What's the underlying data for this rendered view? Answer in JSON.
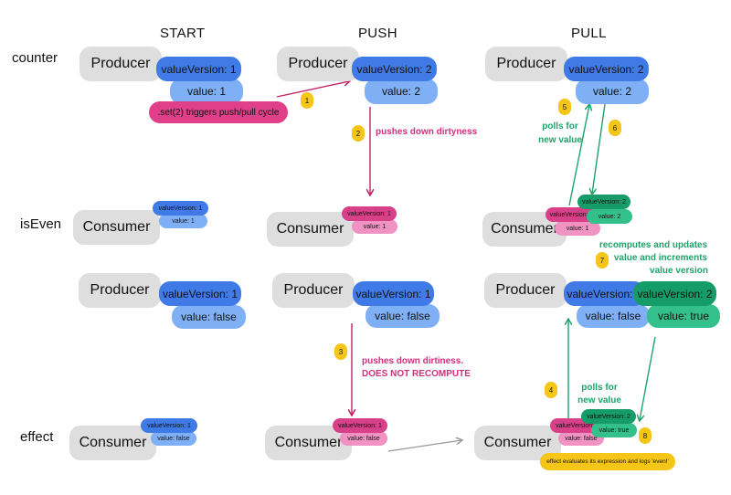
{
  "columns": {
    "start": "START",
    "push": "PUSH",
    "pull": "PULL"
  },
  "rows": {
    "counter": "counter",
    "is_even": "isEven",
    "effect": "effect"
  },
  "terms": {
    "producer": "Producer",
    "consumer": "Consumer"
  },
  "counter": {
    "start": {
      "version": "valueVersion: 1",
      "value": "value: 1"
    },
    "push": {
      "version": "valueVersion: 2",
      "value": "value: 2"
    },
    "pull": {
      "version": "valueVersion: 2",
      "value": "value: 2"
    }
  },
  "is_even_consumer": {
    "start": {
      "version": "valueVersion: 1",
      "value": "value: 1"
    },
    "push": {
      "version": "valueVersion: 1",
      "value": "value: 1"
    },
    "pull": {
      "old_version": "valueVersion: 1",
      "old_value": "value: 1",
      "new_version": "valueVersion: 2",
      "new_value": "value: 2"
    }
  },
  "is_even_producer": {
    "start": {
      "version": "valueVersion: 1",
      "value": "value: false"
    },
    "push": {
      "version": "valueVersion: 1",
      "value": "value: false"
    },
    "pull": {
      "old_version": "valueVersion: 1",
      "old_value": "value: false",
      "new_version": "valueVersion: 2",
      "new_value": "value: true"
    }
  },
  "effect_consumer": {
    "start": {
      "version": "valueVersion: 1",
      "value": "value: false"
    },
    "push": {
      "version": "valueVersion: 1",
      "value": "value: false"
    },
    "pull": {
      "old_version": "valueVersion: 1",
      "old_value": "value: false",
      "new_version": "valueVersion: 2",
      "new_value": "value: true"
    }
  },
  "annotations": {
    "trigger": ".set(2) triggers push/pull cycle",
    "step1": "1",
    "step2": "2",
    "step2_note": "pushes down dirtyness",
    "step3": "3",
    "step3_note_line1": "pushes down dirtiness.",
    "step3_note_line2": "DOES NOT RECOMPUTE",
    "step4": "4",
    "step4_note_line1": "polls for",
    "step4_note_line2": "new value",
    "step5": "5",
    "step5_note_line1": "polls for",
    "step5_note_line2": "new value",
    "step6": "6",
    "step7": "7",
    "step7_note_line1": "recomputes and updates",
    "step7_note_line2": "value and increments",
    "step7_note_line3": "value version",
    "step8": "8",
    "effect_logs": "effect evaluates its expression and logs 'even!'"
  },
  "colors": {
    "version_blue": "#3f7ae6",
    "value_blue": "#7fb0f5",
    "dirty_pink": "#d9408a",
    "dirty_light_pink": "#f093c3",
    "updated_green": "#169c68",
    "updated_light_green": "#33c08a",
    "step_badge_yellow": "#f5c518",
    "push_arrow": "#c21f63",
    "pull_arrow": "#1fa36b",
    "flow_arrow": "#9a9a9a"
  }
}
